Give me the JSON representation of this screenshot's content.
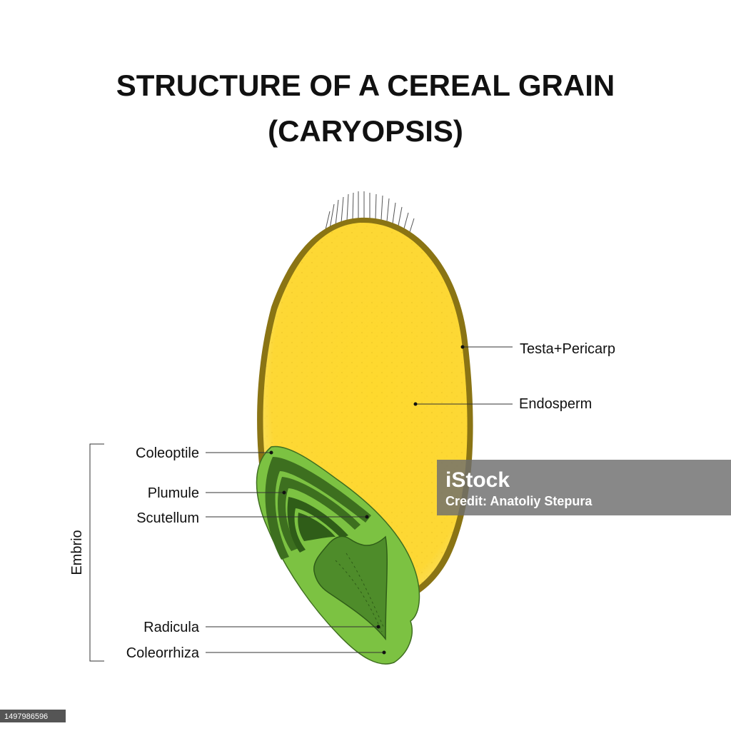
{
  "title": {
    "line1": "STRUCTURE OF A CEREAL GRAIN",
    "line2": "(CARYOPSIS)"
  },
  "labels": {
    "testa_pericarp": "Testa+Pericarp",
    "endosperm": "Endosperm",
    "coleoptile": "Coleoptile",
    "plumule": "Plumule",
    "scutellum": "Scutellum",
    "radicula": "Radicula",
    "coleorrhiza": "Coleorrhiza",
    "embrio": "Embrio"
  },
  "watermark": {
    "brand": "iStock",
    "credit": "Credit: Anatoliy Stepura"
  },
  "stock_id": "1497986596",
  "colors": {
    "endosperm": "#fdd835",
    "endosperm_edge": "#f6e27a",
    "pericarp": "#8a7414",
    "embryo_light": "#7cc242",
    "embryo_mid": "#4e8c2a",
    "embryo_dark": "#2f5d18"
  }
}
